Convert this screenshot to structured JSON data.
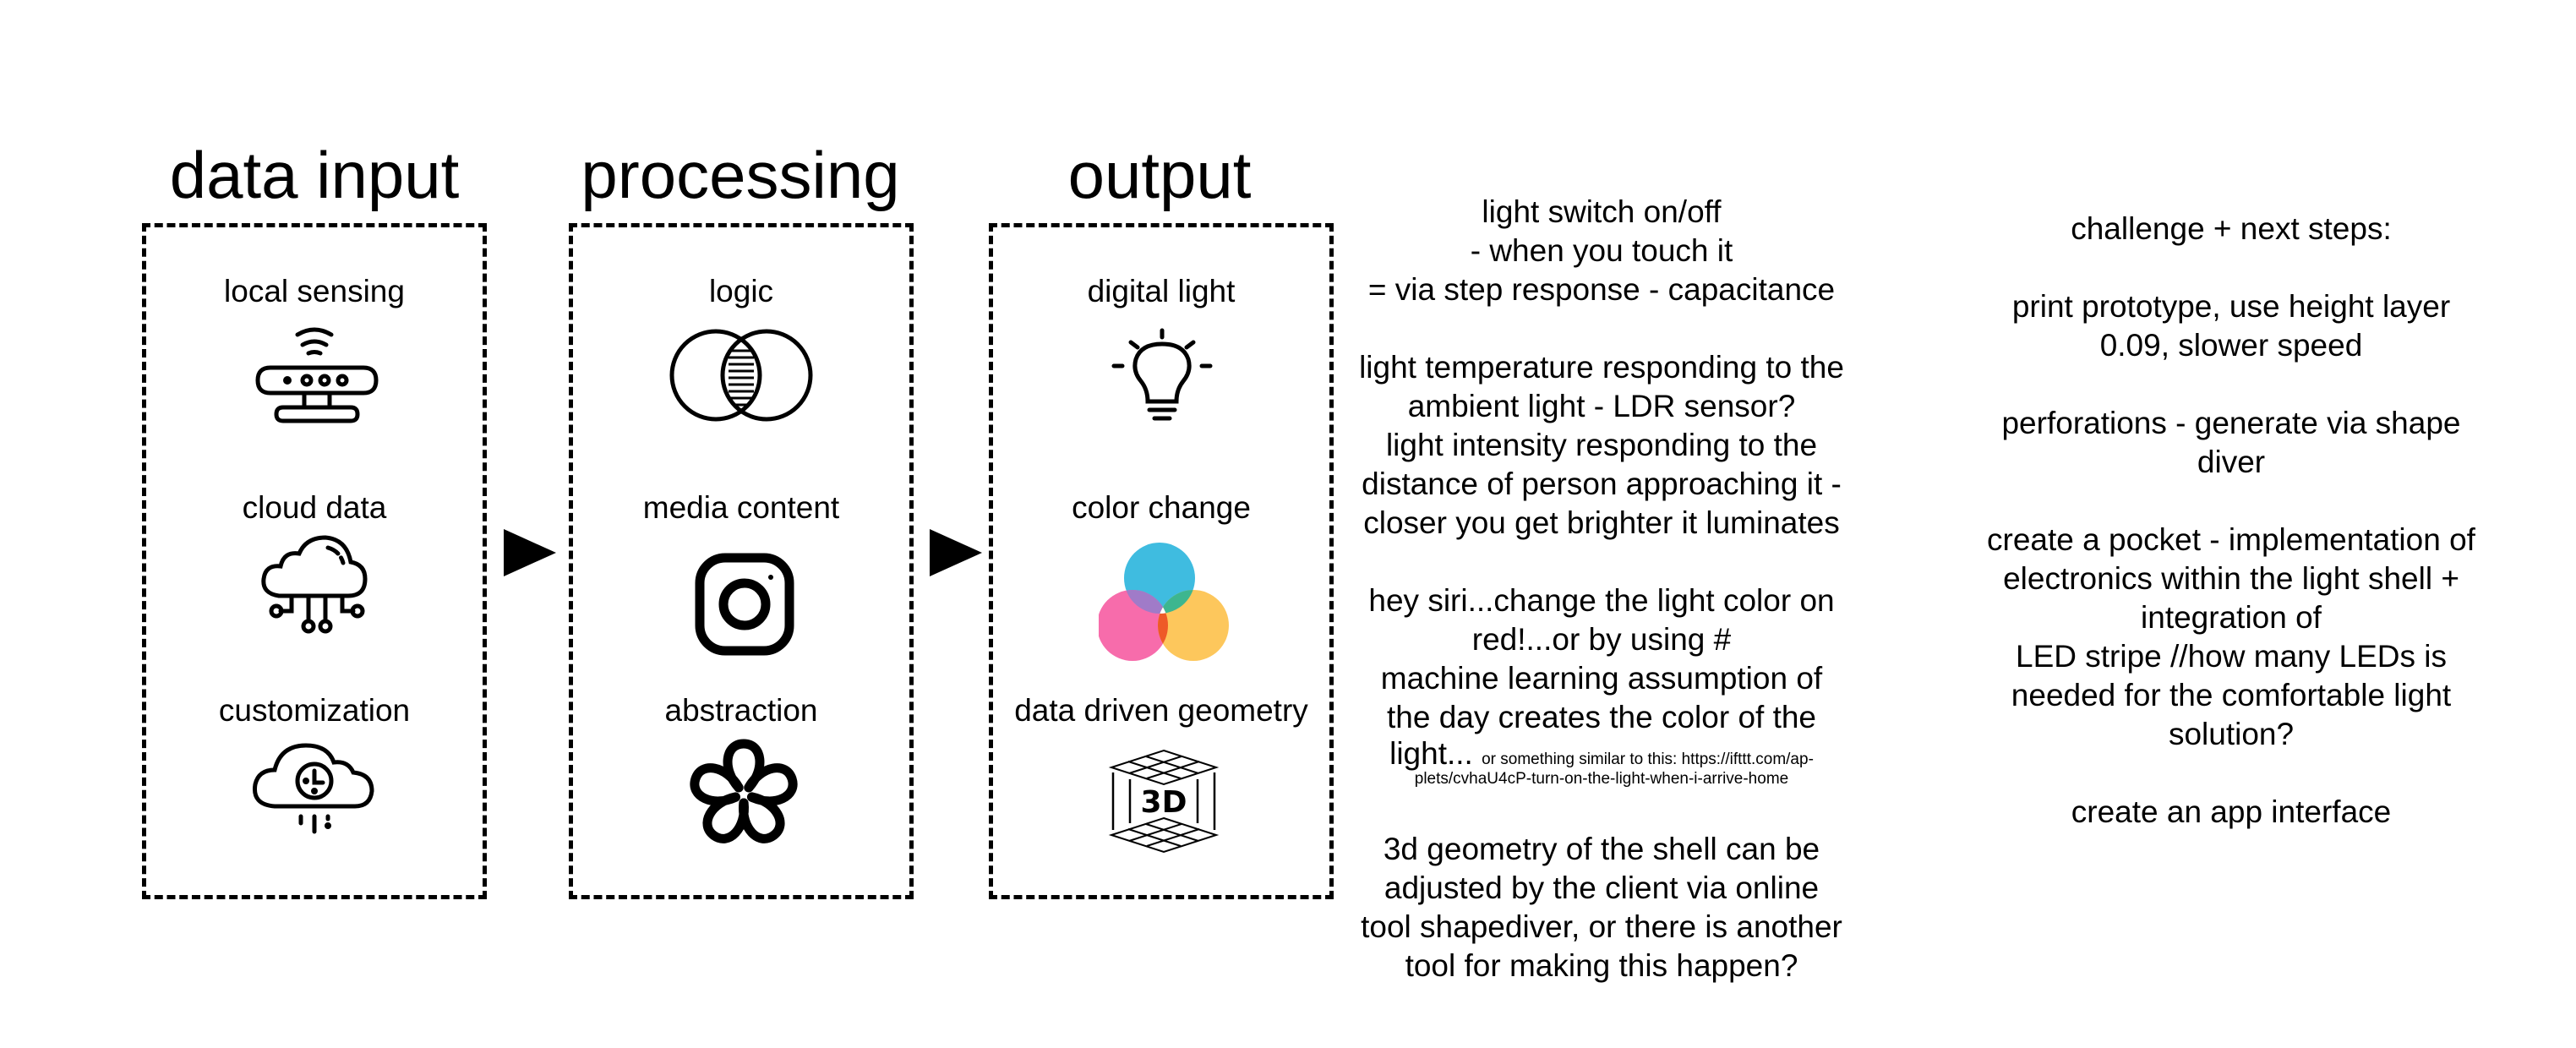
{
  "columns": [
    {
      "title": "data input",
      "items": [
        {
          "label": "local sensing",
          "icon": "webcam-sensor-icon"
        },
        {
          "label": "cloud data",
          "icon": "cloud-network-icon"
        },
        {
          "label": "customization",
          "icon": "cloud-clock-icon"
        }
      ]
    },
    {
      "title": "processing",
      "items": [
        {
          "label": "logic",
          "icon": "venn-intersection-icon"
        },
        {
          "label": "media content",
          "icon": "instagram-icon"
        },
        {
          "label": "abstraction",
          "icon": "knot-flower-icon"
        }
      ]
    },
    {
      "title": "output",
      "items": [
        {
          "label": "digital light",
          "icon": "lightbulb-icon"
        },
        {
          "label": "color change",
          "icon": "color-venn-icon"
        },
        {
          "label": "data driven geometry",
          "icon": "3d-grid-icon",
          "icon_text": "3D"
        }
      ]
    }
  ],
  "arrows": [
    "arrow-right",
    "arrow-right"
  ],
  "colors": {
    "cyan": "#3fbce0",
    "pink": "#f76cab",
    "yellow": "#fdc75c",
    "purple_overlap": "#a07bc8",
    "green_overlap": "#3db68f",
    "orange_overlap": "#ee5a28"
  },
  "notes_middle": {
    "blocks": [
      [
        "light switch on/off",
        "- when you touch it",
        "= via step response - capacitance"
      ],
      [
        "light temperature responding to the",
        "ambient light - LDR sensor?",
        "light intensity responding to the",
        "distance of person approaching it -",
        "closer you get brighter it luminates"
      ],
      [
        "hey siri...change the light color on",
        "red!...or by using #",
        "machine learning assumption of",
        "the day creates the color of the"
      ],
      [
        "3d geometry of the shell can be",
        "adjusted by the client via online",
        "tool shapediver, or there is another",
        "tool for making this happen?"
      ]
    ],
    "light_line": "light...",
    "footnote_line1": "or something similar to this: https://ifttt.com/ap-",
    "footnote_line2": "plets/cvhaU4cP-turn-on-the-light-when-i-arrive-home"
  },
  "notes_right": {
    "heading": "challenge + next steps:",
    "blocks": [
      [
        "print prototype, use height layer",
        "0.09, slower speed"
      ],
      [
        "perforations - generate via shape",
        "diver"
      ],
      [
        "create a pocket - implementation of",
        "electronics within the light shell +",
        "integration of",
        "LED stripe //how many LEDs is",
        "needed for the comfortable light",
        "solution?"
      ],
      [
        "create an app interface"
      ]
    ]
  }
}
